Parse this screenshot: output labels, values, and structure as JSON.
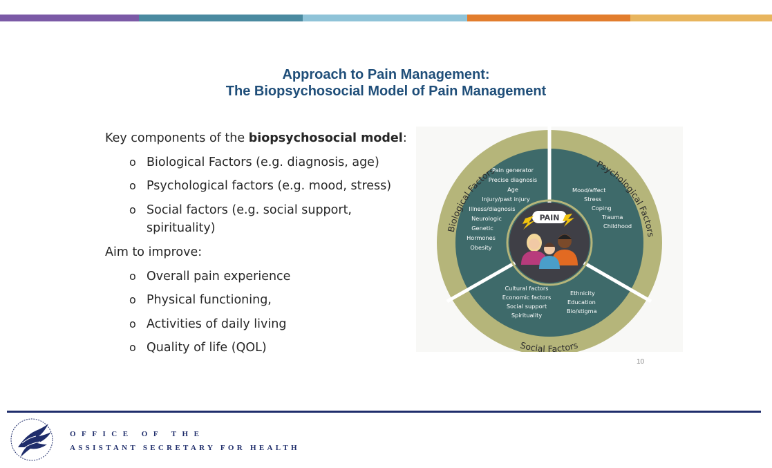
{
  "top_bar": {
    "segments": [
      {
        "color": "#7b5aa6"
      },
      {
        "color": "#4a8aa0"
      },
      {
        "color": "#8fc3d8"
      },
      {
        "color": "#e27d2d"
      },
      {
        "color": "#e8b55e"
      }
    ]
  },
  "header": {
    "title_line1": "Approach to Pain Management:",
    "title_line2": "The Biopsychosocial Model of Pain Management"
  },
  "content": {
    "intro_prefix": "Key components of the ",
    "intro_bold": "biopsychosocial model",
    "intro_suffix": ":",
    "bullet_symbol": "o",
    "components": [
      "Biological Factors (e.g. diagnosis, age)",
      "Psychological factors (e.g. mood, stress)",
      "Social factors (e.g. social support,"
    ],
    "components_continuation": "spirituality)",
    "aim_label": "Aim to improve:",
    "aims": [
      "Overall pain experience",
      "Physical functioning,",
      "Activities of daily living",
      "Quality of life (QOL)"
    ]
  },
  "diagram": {
    "colors": {
      "ring": "#b5b57a",
      "panel": "#3e6a6a",
      "center": "#3f3f46",
      "divider": "#ffffff",
      "bolt": "#f2c40f"
    },
    "ring_labels": {
      "biological": "Biological Factors",
      "psychological": "Psychological Factors",
      "social": "Social Factors"
    },
    "center_label": "PAIN",
    "biological_items": [
      "Pain generator",
      "Precise diagnosis",
      "Age",
      "Injury/past injury",
      "Illness/diagnosis",
      "Neurologic",
      "Genetic",
      "Hormones",
      "Obesity"
    ],
    "psychological_items": [
      "Mood/affect",
      "Stress",
      "Coping",
      "Trauma",
      "Childhood"
    ],
    "social_items_left": [
      "Cultural factors",
      "Economic factors",
      "Social support",
      "Spirituality"
    ],
    "social_items_right": [
      "Ethnicity",
      "Education",
      "Bio/stigma"
    ]
  },
  "page_number": "10",
  "footer": {
    "line1": "OFFICE OF THE",
    "line2": "ASSISTANT SECRETARY FOR HEALTH"
  }
}
